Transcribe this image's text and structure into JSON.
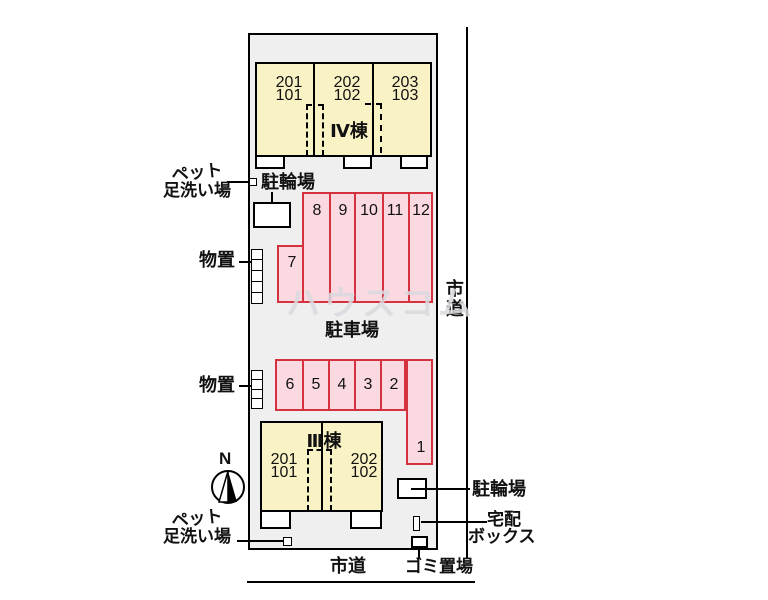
{
  "site": {
    "watermark": "ハウスコム",
    "road_right_label": "市道",
    "road_bottom_label": "市道",
    "parking_lot_label": "駐車場",
    "compass_label": "N"
  },
  "buildings": {
    "b4": {
      "name": "Ⅳ棟",
      "units": [
        {
          "upper": "201",
          "lower": "101"
        },
        {
          "upper": "202",
          "lower": "102"
        },
        {
          "upper": "203",
          "lower": "103"
        }
      ]
    },
    "b3": {
      "name": "Ⅲ棟",
      "units": [
        {
          "upper": "201",
          "lower": "101"
        },
        {
          "upper": "202",
          "lower": "102"
        }
      ]
    }
  },
  "parking": {
    "top_row": [
      "8",
      "9",
      "10",
      "11",
      "12"
    ],
    "stall7": "7",
    "bottom_row": [
      "6",
      "5",
      "4",
      "3",
      "2"
    ],
    "stall1": "1"
  },
  "labels": {
    "pet_wash_top_line1": "ペット",
    "pet_wash_top_line2": "足洗い場",
    "pet_wash_bottom_line1": "ペット",
    "pet_wash_bottom_line2": "足洗い場",
    "bicycle_top": "駐輪場",
    "bicycle_bottom": "駐輪場",
    "storage_top": "物置",
    "storage_bottom": "物置",
    "delivery_line1": "宅配",
    "delivery_line2": "ボックス",
    "garbage": "ゴミ置場"
  },
  "colors": {
    "site_fill": "#efefef",
    "building_fill": "#f9f2c4",
    "parking_fill": "#fbd9e0",
    "parking_border": "#d4323e",
    "line": "#000000"
  }
}
